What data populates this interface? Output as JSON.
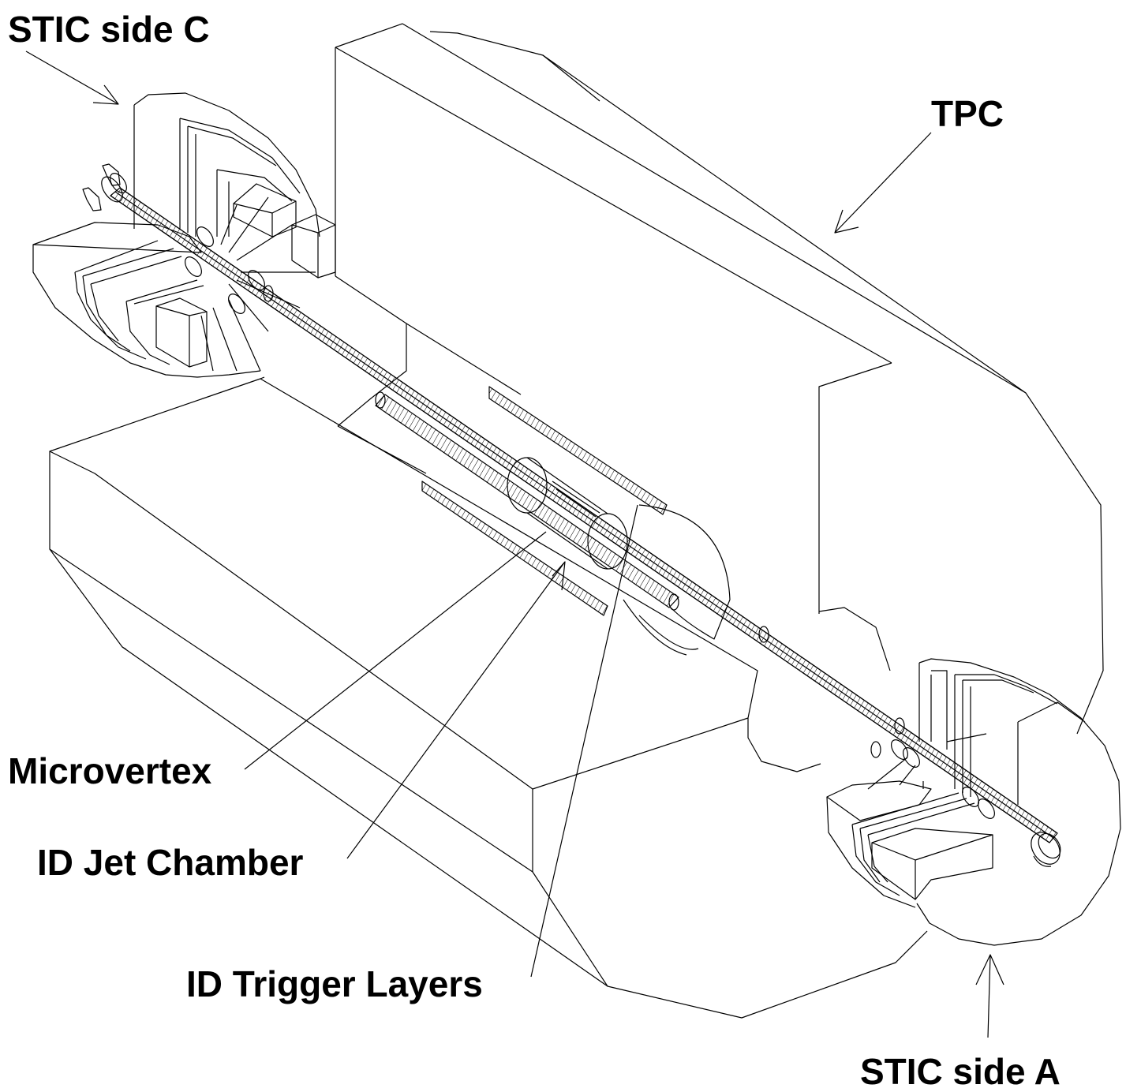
{
  "labels": {
    "stic_side_c": "STIC side C",
    "tpc": "TPC",
    "microvertex": "Microvertex",
    "id_jet_chamber": "ID Jet Chamber",
    "id_trigger_layers": "ID Trigger Layers",
    "stic_side_a": "STIC side A"
  },
  "colors": {
    "ink": "#000000",
    "background": "#ffffff"
  }
}
